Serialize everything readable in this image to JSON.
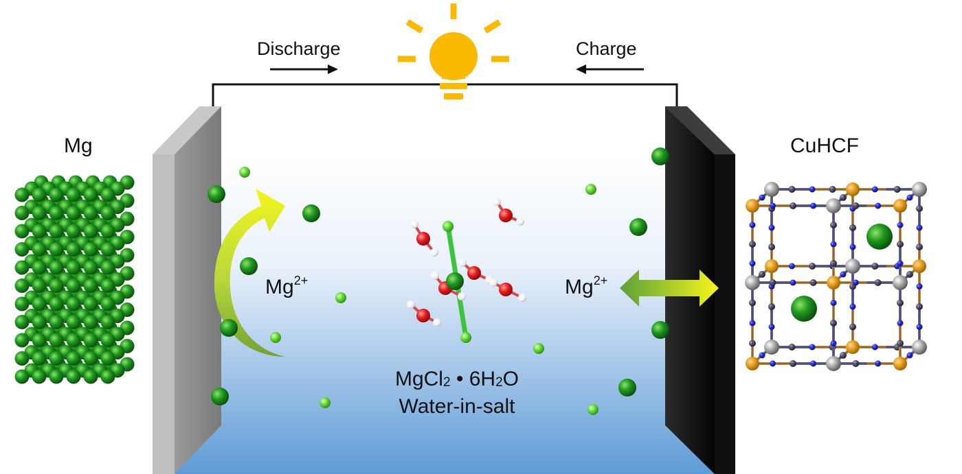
{
  "labels": {
    "anode": "Mg",
    "cathode": "CuHCF",
    "discharge": "Discharge",
    "charge": "Charge",
    "ion_left_base": "Mg",
    "ion_left_charge": "2+",
    "ion_right_base": "Mg",
    "ion_right_charge": "2+",
    "electrolyte_formula": {
      "p1": "MgCl",
      "s1": "2",
      "p2": " • 6H",
      "s2": "2",
      "p3": "O"
    },
    "electrolyte_name": "Water-in-salt"
  },
  "colors": {
    "bulb": "#fbb900",
    "circuit": "#111111",
    "electrolyte_top": "#ffffff",
    "electrolyte_bottom": "#5e9bd6",
    "anode_plate": "#8c8c8c",
    "cathode_plate": "#1a1a1a",
    "mg_atom": "#1d8a1d",
    "mg_ion_light": "#6ed83a",
    "oxygen": "#e01c1c",
    "hydrogen": "#ffffff",
    "chlorine": "#45c845",
    "cu_node": "#e39b1c",
    "fe_node": "#9a9a9a",
    "carbon": "#444444",
    "nitrogen": "#1c22d0"
  }
}
